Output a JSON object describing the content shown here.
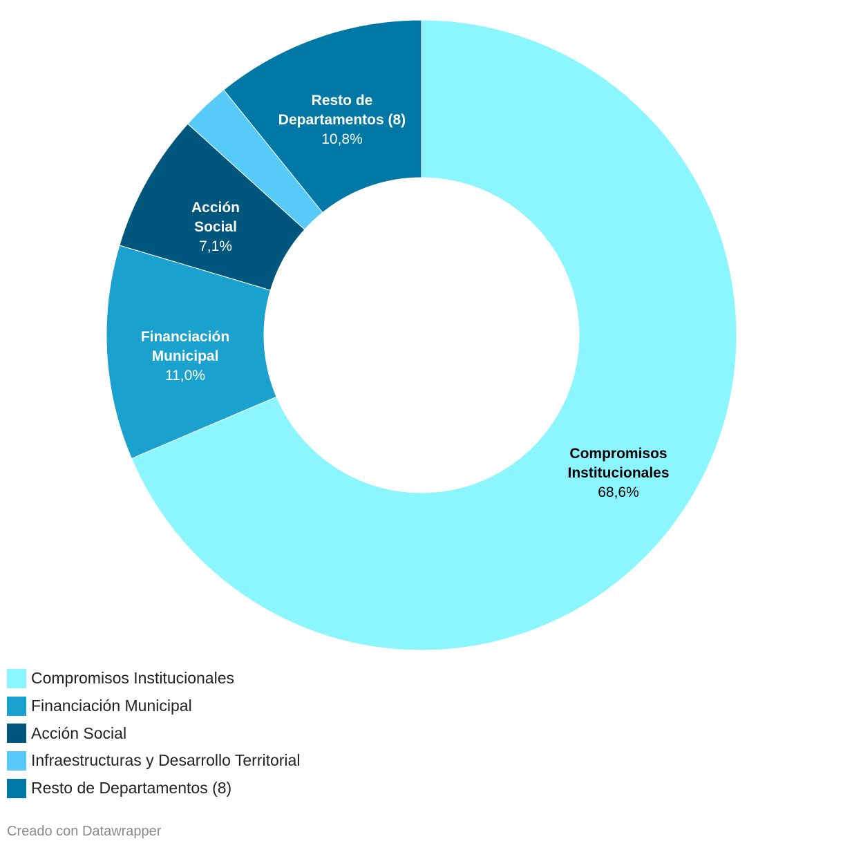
{
  "chart_data": {
    "type": "pie",
    "variant": "donut",
    "start_angle_deg": 0,
    "direction": "clockwise",
    "slices": [
      {
        "label": "Compromisos Institucionales",
        "label_lines": [
          "Compromisos",
          "Institucionales"
        ],
        "value": 68.6,
        "value_text": "68,6%",
        "color": "#8bf6ff",
        "text_color": "#000000",
        "show_label": true
      },
      {
        "label": "Financiación Municipal",
        "label_lines": [
          "Financiación",
          "Municipal"
        ],
        "value": 11.0,
        "value_text": "11,0%",
        "color": "#1aa1cd",
        "text_color": "#ffffff",
        "show_label": true
      },
      {
        "label": "Acción Social",
        "label_lines": [
          "Acción",
          "Social"
        ],
        "value": 7.1,
        "value_text": "7,1%",
        "color": "#00567d",
        "text_color": "#ffffff",
        "show_label": true
      },
      {
        "label": "Infraestructuras y Desarrollo Territorial",
        "label_lines": [],
        "value": 2.5,
        "value_text": "",
        "color": "#57caf8",
        "text_color": "#ffffff",
        "show_label": false
      },
      {
        "label": "Resto de Departamentos (8)",
        "label_lines": [
          "Resto de",
          "Departamentos (8)"
        ],
        "value": 10.8,
        "value_text": "10,8%",
        "color": "#0078a6",
        "text_color": "#ffffff",
        "show_label": true
      }
    ],
    "legend": "bottom-left"
  },
  "credit": "Creado con Datawrapper"
}
